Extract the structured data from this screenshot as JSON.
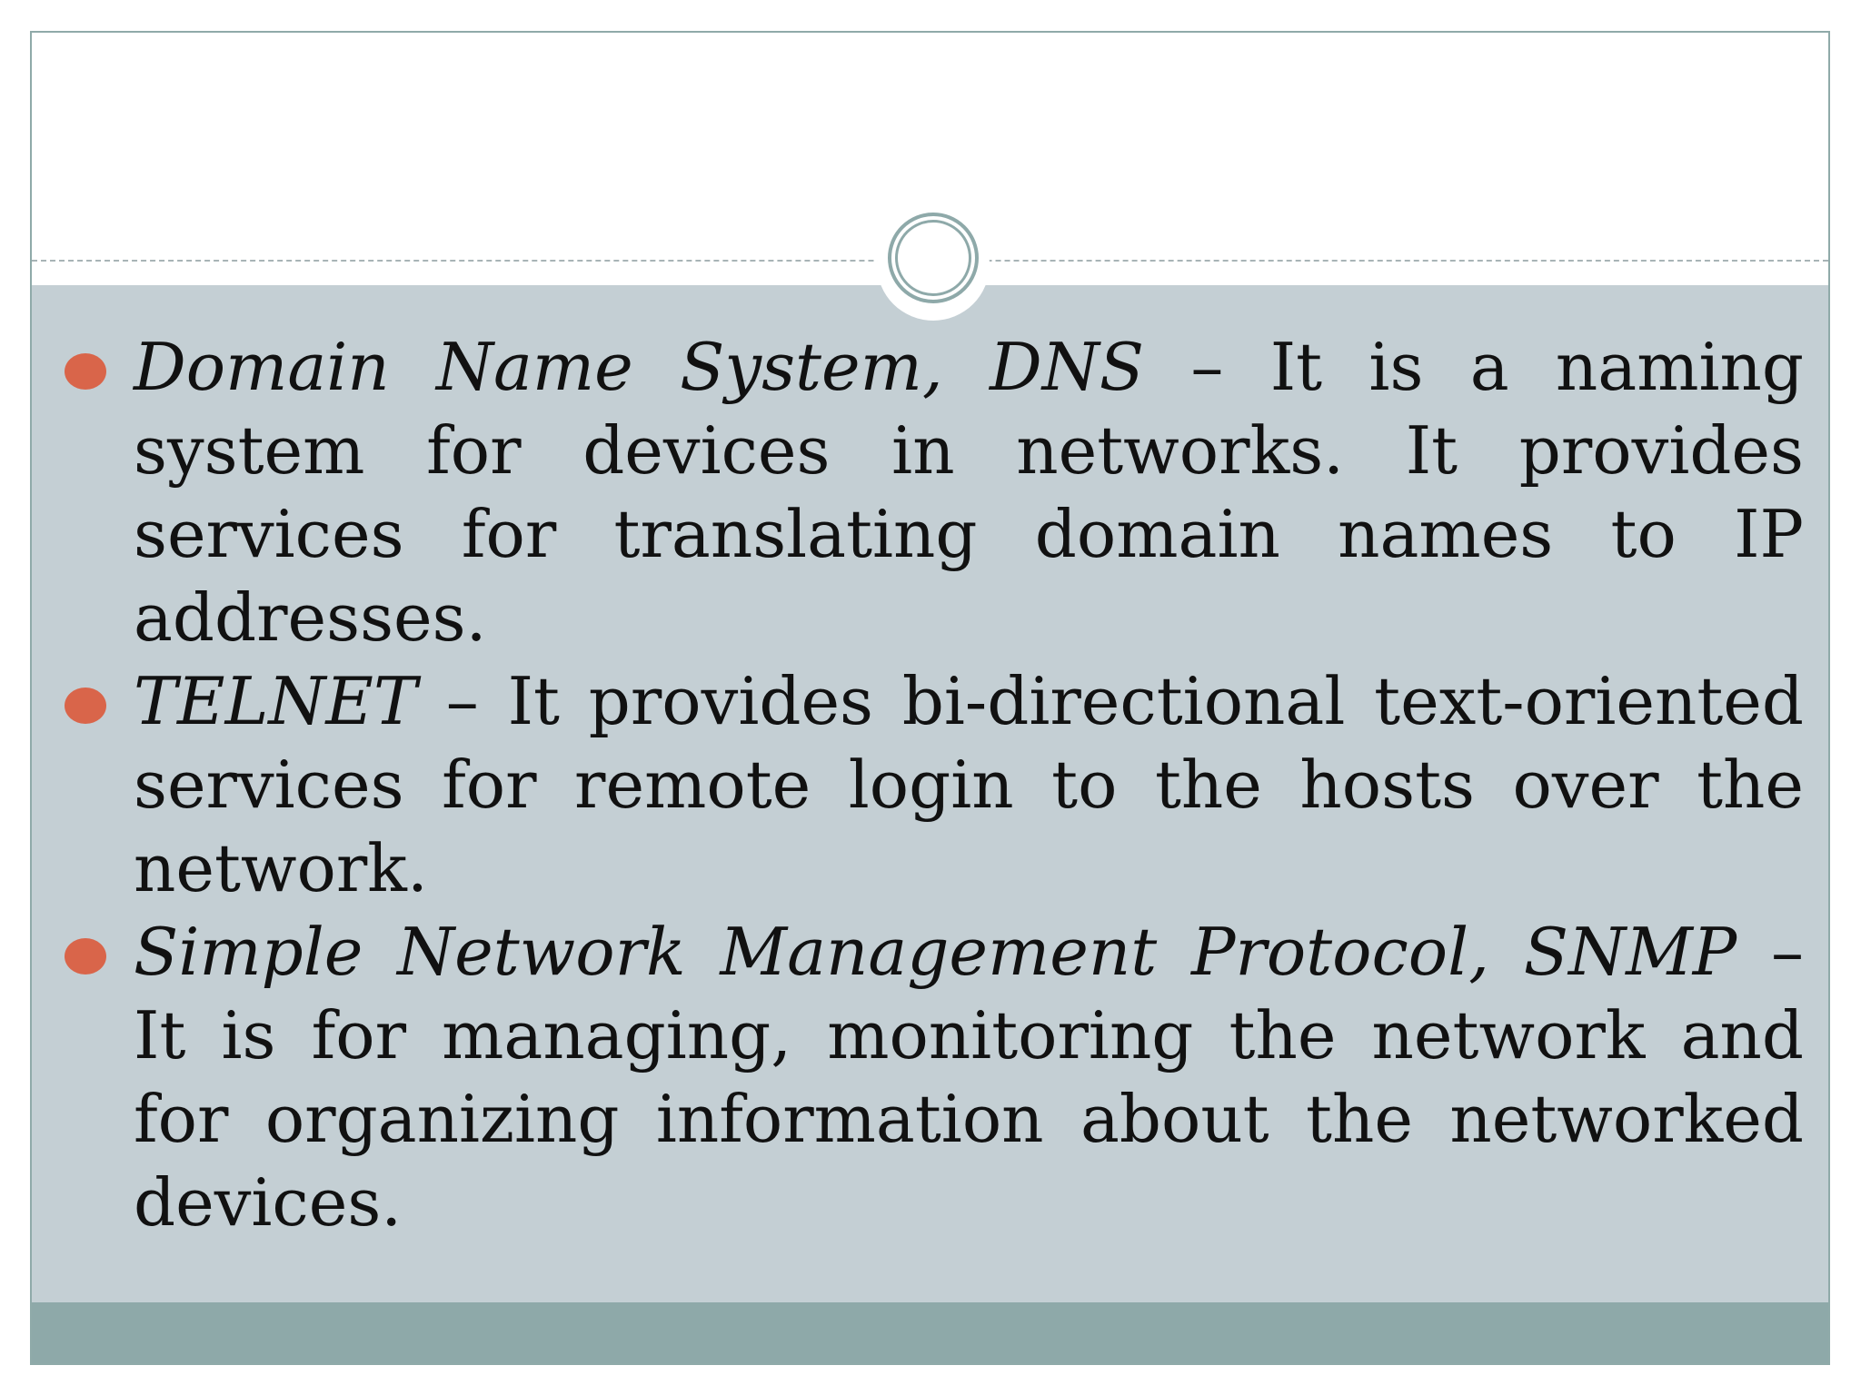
{
  "slide": {
    "bullets": [
      {
        "term": "Domain Name System, DNS",
        "text": " – It is a naming system for devices in networks. It provides services for translating domain names to IP addresses."
      },
      {
        "term": "TELNET",
        "text": " – It provides bi-directional text-oriented services for remote login to the hosts over the network."
      },
      {
        "term": "Simple Network Management Protocol, SNMP",
        "text": " – It is for managing, monitoring the network and for organizing information about the networked devices."
      }
    ]
  },
  "colors": {
    "accent": "#d9654a",
    "body_background": "#c4cfd4",
    "footer_band": "#8ea9a9",
    "ring": "#8ea9a9"
  }
}
